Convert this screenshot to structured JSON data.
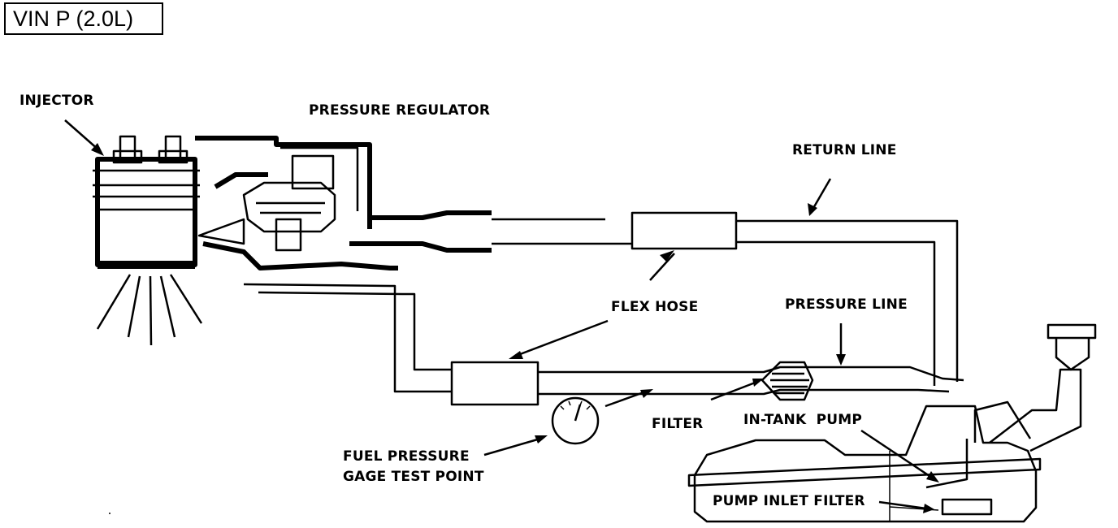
{
  "title": "VIN P (2.0L)",
  "labels": {
    "injector": "INJECTOR",
    "pressure_regulator": "PRESSURE REGULATOR",
    "return_line": "RETURN LINE",
    "flex_hose": "FLEX HOSE",
    "pressure_line": "PRESSURE LINE",
    "filter": "FILTER",
    "in_tank_pump": "IN-TANK  PUMP",
    "fuel_pressure_line1": "FUEL PRESSURE",
    "fuel_pressure_line2": "GAGE TEST POINT",
    "pump_inlet_filter": "PUMP INLET FILTER"
  }
}
